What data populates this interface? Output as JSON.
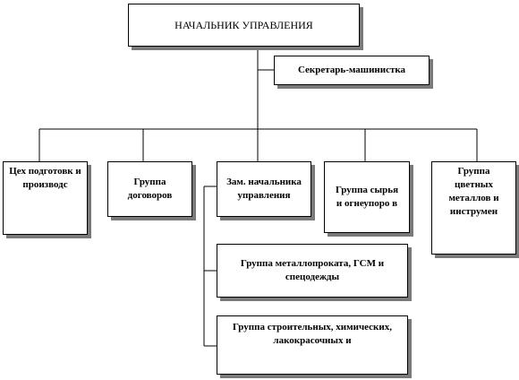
{
  "diagram": {
    "head": "НАЧАЛЬНИК  УПРАВЛЕНИЯ",
    "secretary": "Секретарь-машинистка",
    "units": [
      "Цех подготовк и производс",
      "Группа договоров",
      "Зам. начальника управления",
      "Группа сырья и огнеупоро в",
      "Группа цветных металлов и инструмен"
    ],
    "sub_groups": [
      "Группа металлопроката, ГСМ и спецодежды",
      "Группа строительных, химических, лакокрасочных и"
    ]
  }
}
